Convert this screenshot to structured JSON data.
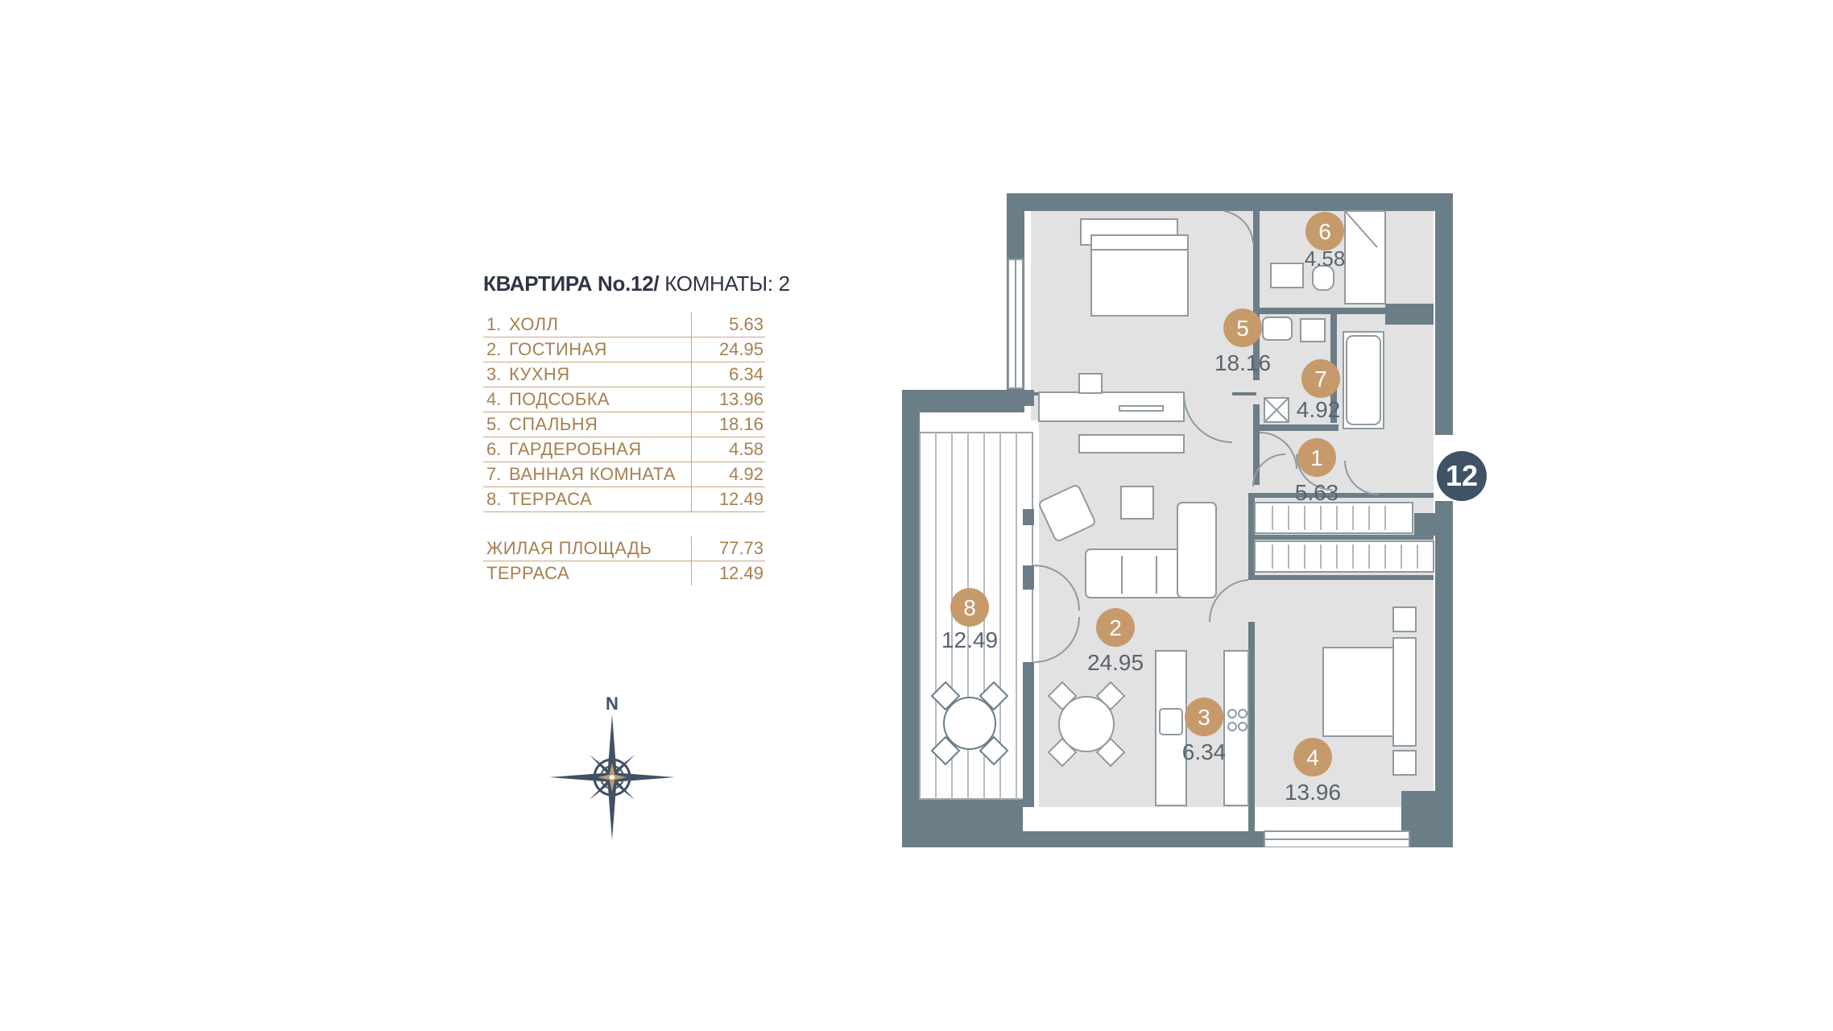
{
  "legend": {
    "title_strong": "КВАРТИРА No.12/",
    "title_rest": "КОМНАТЫ: 2",
    "rooms": [
      {
        "num": "1.",
        "name": "ХОЛЛ",
        "area": "5.63"
      },
      {
        "num": "2.",
        "name": "ГОСТИНАЯ",
        "area": "24.95"
      },
      {
        "num": "3.",
        "name": "КУХНЯ",
        "area": "6.34"
      },
      {
        "num": "4.",
        "name": "ПОДСОБКА",
        "area": "13.96"
      },
      {
        "num": "5.",
        "name": "СПАЛЬНЯ",
        "area": "18.16"
      },
      {
        "num": "6.",
        "name": "ГАРДЕРОБНАЯ",
        "area": "4.58"
      },
      {
        "num": "7.",
        "name": "ВАННАЯ КОМНАТА",
        "area": "4.92"
      },
      {
        "num": "8.",
        "name": "ТЕРРАСА",
        "area": "12.49"
      }
    ],
    "totals": [
      {
        "name": "ЖИЛАЯ ПЛОЩАДЬ",
        "area": "77.73"
      },
      {
        "name": "ТЕРРАСА",
        "area": "12.49"
      }
    ]
  },
  "compass": {
    "north_label": "N"
  },
  "plan": {
    "apartment_number": "12",
    "rooms": [
      {
        "num": "1",
        "area": "5.63"
      },
      {
        "num": "2",
        "area": "24.95"
      },
      {
        "num": "3",
        "area": "6.34"
      },
      {
        "num": "4",
        "area": "13.96"
      },
      {
        "num": "5",
        "area": "18.16"
      },
      {
        "num": "6",
        "area": "4.58"
      },
      {
        "num": "7",
        "area": "4.92"
      },
      {
        "num": "8",
        "area": "12.49"
      }
    ]
  },
  "colors": {
    "wall": "#6b7d87",
    "floor": "#e2e2e2",
    "accent_gold": "#c69a6b",
    "label_text": "#5a6470",
    "badge_dark": "#3f5266",
    "legend_text": "#a7804f",
    "title_text": "#2f3546"
  }
}
